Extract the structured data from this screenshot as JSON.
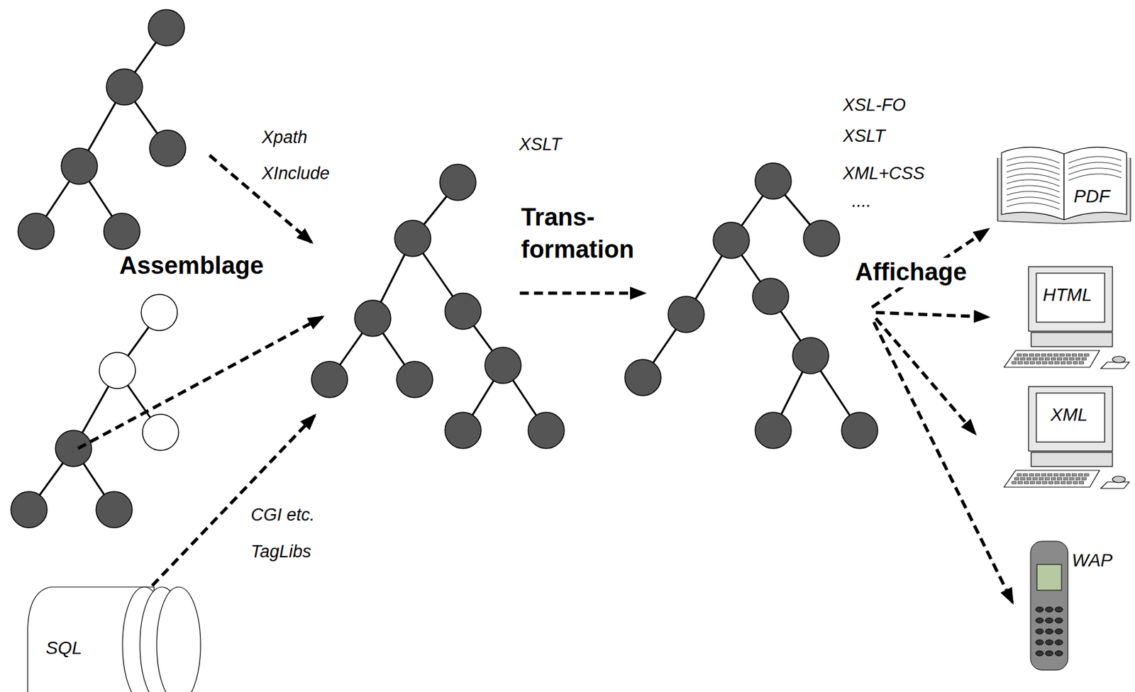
{
  "diagram": {
    "nodes": [
      {
        "text": [
          "SQL"
        ]
      },
      {
        "text": [
          "PDF"
        ]
      },
      {
        "text": [
          "HTML"
        ]
      },
      {
        "text": [
          "XML"
        ]
      },
      {
        "text": [
          "WAP"
        ]
      }
    ],
    "labels": [
      "Xpath",
      "XInclude",
      "Assemblage",
      "CGI etc.",
      "TagLibs",
      "XSLT",
      "Trans- formation",
      "XSL-FO",
      "XSLT",
      "XML+CSS",
      "....",
      "Affichage"
    ]
  }
}
